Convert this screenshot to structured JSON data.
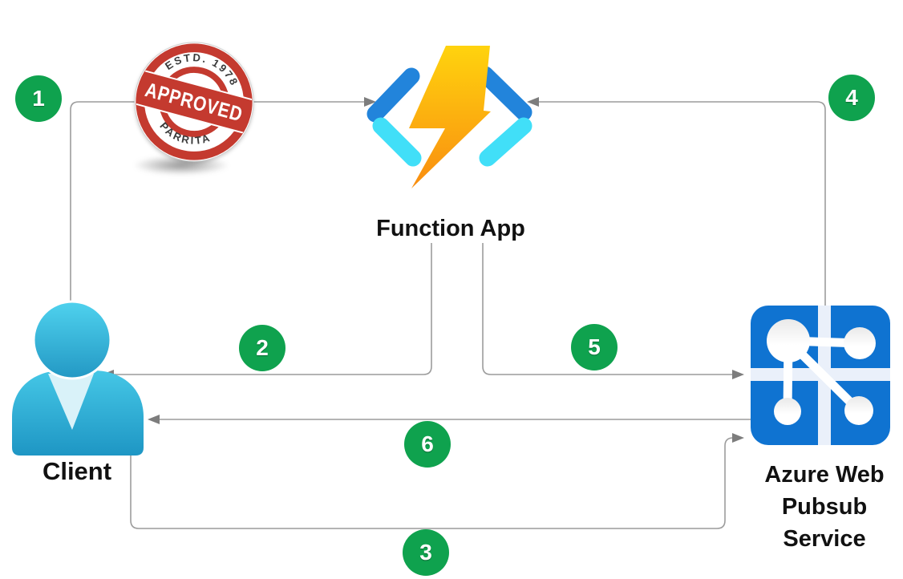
{
  "diagram": {
    "nodes": {
      "function_app": {
        "label": "Function App",
        "icon": "azure-functions-icon"
      },
      "client": {
        "label": "Client",
        "icon": "person-icon"
      },
      "pubsub": {
        "label_lines": [
          "Azure Web",
          "Pubsub",
          "Service"
        ],
        "icon": "azure-web-pubsub-icon"
      }
    },
    "stamp": {
      "icon": "approved-stamp",
      "top_text": "ESTD. 1978",
      "band_text": "APPROVED",
      "bottom_text": "PARRITA"
    },
    "steps": [
      {
        "label": "1"
      },
      {
        "label": "2"
      },
      {
        "label": "3"
      },
      {
        "label": "4"
      },
      {
        "label": "5"
      },
      {
        "label": "6"
      }
    ],
    "colors": {
      "badge_green": "#0fa24e",
      "wire_grey": "#9c9c9c",
      "arrow_grey": "#7d7d7d",
      "stamp_red": "#c43a2f",
      "stamp_text_grey": "#3a3a3a",
      "bolt_yellow": "#ffd30e",
      "bolt_orange": "#f98d10",
      "bracket_blue": "#2284db",
      "bracket_cyan": "#41dff8",
      "pubsub_blue": "#0f73d1",
      "pubsub_band": "#eaf0fa",
      "client_cyan_light": "#45c7e6",
      "client_cyan_dark": "#1e96c4",
      "label_black": "#111111"
    }
  }
}
